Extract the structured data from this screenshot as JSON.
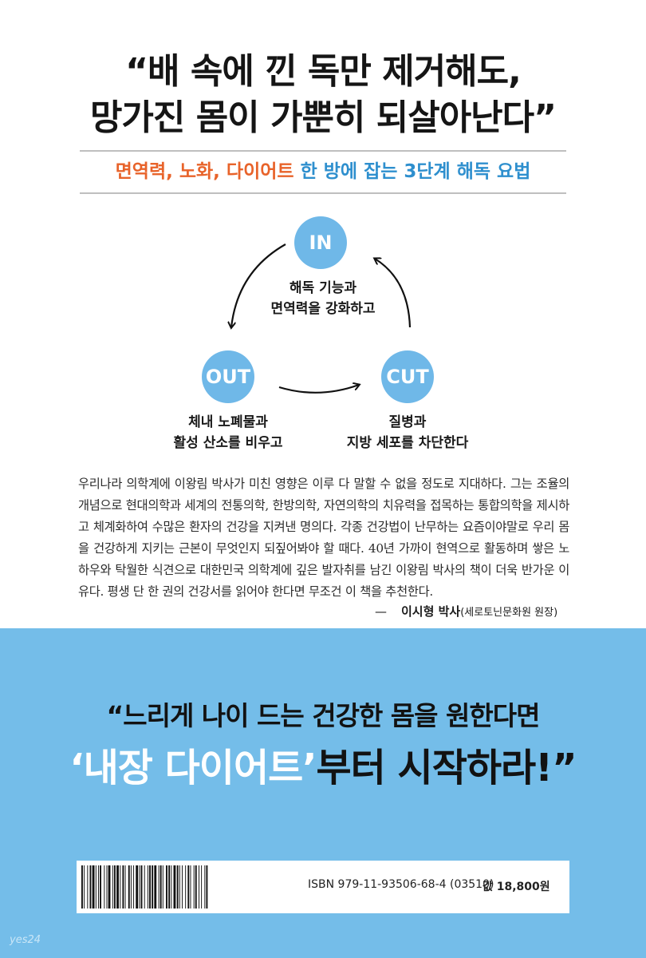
{
  "headline": {
    "line1": "“배 속에 낀 독만 제거해도,",
    "line2": "망가진 몸이 가뿐히 되살아난다”"
  },
  "subtitle": {
    "highlight": "면역력, 노화, 다이어트",
    "rest": " 한 방에 잡는 3단계 해독 요법"
  },
  "diagram": {
    "in_label": "IN",
    "in_line1": "해독 기능과",
    "in_line2": "면역력을 강화하고",
    "out_label": "OUT",
    "out_line1": "체내 노폐물과",
    "out_line2": "활성 산소를 비우고",
    "cut_label": "CUT",
    "cut_line1": "질병과",
    "cut_line2": "지방 세포를 차단한다"
  },
  "endorsement": {
    "body": "우리나라 의학계에 이왕림 박사가 미친 영향은 이루 다 말할 수 없을 정도로 지대하다. 그는 조율의 개념으로 현대의학과 세계의 전통의학, 한방의학, 자연의학의 치유력을 접목하는 통합의학을 제시하고 체계화하여 수많은 환자의 건강을 지켜낸 명의다. 각종 건강법이 난무하는 요즘이야말로 우리 몸을 건강하게 지키는 근본이 무엇인지 되짚어봐야 할 때다. 40년 가까이 현역으로 활동하며 쌓은 노하우와 탁월한 식견으로 대한민국 의학계에 깊은 발자취를 남긴 이왕림 박사의 책이 더욱 반가운 이유다. 평생 단 한 권의 건강서를 읽어야 한다면 무조건 이 책을 추천한다.",
    "dash": "—",
    "name": "이시형 박사",
    "affiliation": "(세로토닌문화원 원장)"
  },
  "quote": {
    "line1": "“느리게 나이 드는 건강한 몸을 원한다면",
    "highlight": "‘내장 다이어트’",
    "rest": "부터 시작하라!”"
  },
  "barcode": {
    "isbn": "ISBN 979-11-93506-68-4 (03510)",
    "price": "값 18,800원"
  },
  "watermark": "yes24",
  "colors": {
    "accent_blue": "#74bde9",
    "circle_blue": "#6fb8e8",
    "orange": "#e8632a",
    "blue_text": "#2e8fce"
  }
}
